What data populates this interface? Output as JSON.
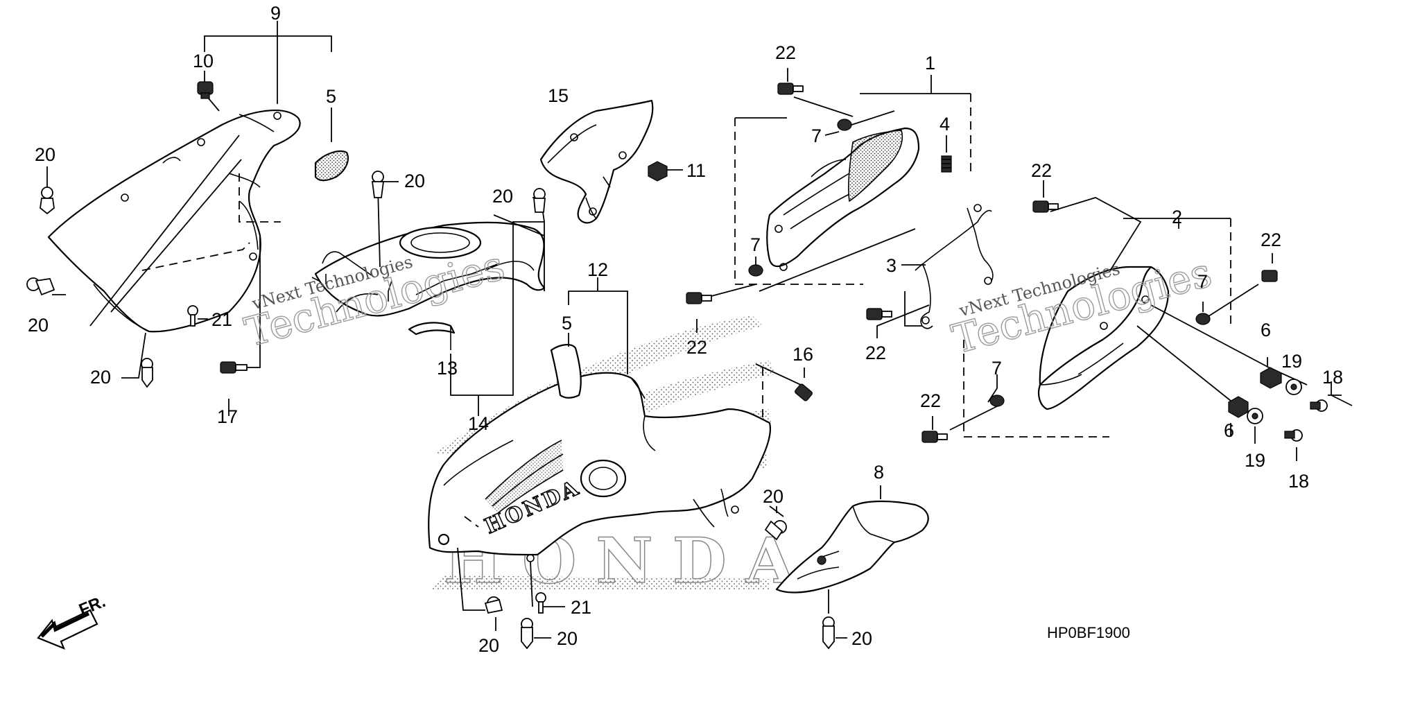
{
  "diagram": {
    "code": "HP0BF1900",
    "front_label": "FR.",
    "watermark_line1": "vNext Technologies",
    "watermark_line2": "Technologies",
    "badge_text": "HONDA",
    "badge_text_2": "HONDA"
  },
  "callouts": [
    {
      "id": "c9",
      "text": "9"
    },
    {
      "id": "c10",
      "text": "10"
    },
    {
      "id": "c5a",
      "text": "5"
    },
    {
      "id": "c20a",
      "text": "20"
    },
    {
      "id": "c20b",
      "text": "20"
    },
    {
      "id": "c20c",
      "text": "20"
    },
    {
      "id": "c20d",
      "text": "20"
    },
    {
      "id": "c21a",
      "text": "21"
    },
    {
      "id": "c17",
      "text": "17"
    },
    {
      "id": "c15",
      "text": "15"
    },
    {
      "id": "c11",
      "text": "11"
    },
    {
      "id": "c20e",
      "text": "20"
    },
    {
      "id": "c13",
      "text": "13"
    },
    {
      "id": "c14",
      "text": "14"
    },
    {
      "id": "c12",
      "text": "12"
    },
    {
      "id": "c5b",
      "text": "5"
    },
    {
      "id": "c16",
      "text": "16"
    },
    {
      "id": "c20f",
      "text": "20"
    },
    {
      "id": "c21b",
      "text": "21"
    },
    {
      "id": "c20g",
      "text": "20"
    },
    {
      "id": "c20h",
      "text": "20"
    },
    {
      "id": "c8",
      "text": "8"
    },
    {
      "id": "c20i",
      "text": "20"
    },
    {
      "id": "c22a",
      "text": "22"
    },
    {
      "id": "c1",
      "text": "1"
    },
    {
      "id": "c7a",
      "text": "7"
    },
    {
      "id": "c4",
      "text": "4"
    },
    {
      "id": "c7b",
      "text": "7"
    },
    {
      "id": "c22b",
      "text": "22"
    },
    {
      "id": "c3",
      "text": "3"
    },
    {
      "id": "c22c",
      "text": "22"
    },
    {
      "id": "c22d",
      "text": "22"
    },
    {
      "id": "c2",
      "text": "2"
    },
    {
      "id": "c22e",
      "text": "22"
    },
    {
      "id": "c7c",
      "text": "7"
    },
    {
      "id": "c6a",
      "text": "6"
    },
    {
      "id": "c19a",
      "text": "19"
    },
    {
      "id": "c18a",
      "text": "18"
    },
    {
      "id": "c7d",
      "text": "7"
    },
    {
      "id": "c22f",
      "text": "22"
    },
    {
      "id": "c6b",
      "text": "6"
    },
    {
      "id": "c19b",
      "text": "19"
    },
    {
      "id": "c18b",
      "text": "18"
    }
  ]
}
